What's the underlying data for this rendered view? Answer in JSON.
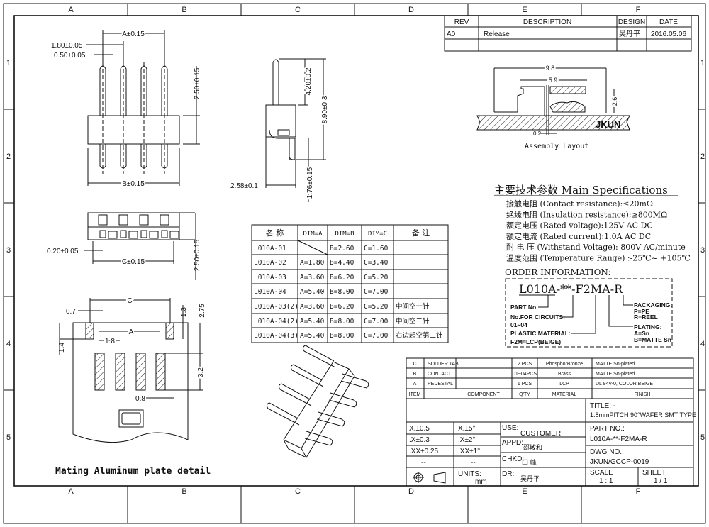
{
  "grid": {
    "cols": [
      "A",
      "B",
      "C",
      "D",
      "E",
      "F"
    ],
    "rows": [
      "1",
      "2",
      "3",
      "4",
      "5"
    ]
  },
  "revision_table": {
    "headers": [
      "REV",
      "DESCRIPTION",
      "DESIGN",
      "DATE"
    ],
    "rows": [
      [
        "A0",
        "Release",
        "吴丹平",
        "2016.05.06"
      ]
    ]
  },
  "front_view": {
    "dim_a": "A±0.15",
    "dim_pitch": "1.80±0.05",
    "dim_pin": "0.50±0.05",
    "dim_height": "2.50±0.15",
    "dim_b": "B±0.15"
  },
  "side_view": {
    "dim_top": "4.20±0.2",
    "dim_total": "8.90±0.3",
    "dim_bottom": "1.76±0.15",
    "dim_depth": "2.58±0.1"
  },
  "bottom_view": {
    "dim_tab": "0.20±0.05",
    "dim_c": "C±0.15",
    "dim_height": "2.50±0.15"
  },
  "plate_detail": {
    "title": "Mating Aluminum plate detail",
    "dims": {
      "c": "C",
      "w07": "0.7",
      "h13": "1.3",
      "h275": "2.75",
      "h14": "1.4",
      "a": "A",
      "p18": "1.8",
      "h32": "3.2",
      "w08": "0.8"
    }
  },
  "assembly": {
    "title": "Assembly Layout",
    "dim_98": "9.8",
    "dim_59": "5.9",
    "dim_26": "2.6",
    "dim_02": "0.2",
    "brand": "JKUN"
  },
  "dimension_table": {
    "headers": [
      "名 称",
      "DIM=A",
      "DIM=B",
      "DIM=C",
      "备 注"
    ],
    "rows": [
      [
        "L010A-01",
        "",
        "B=2.60",
        "C=1.60",
        ""
      ],
      [
        "L010A-02",
        "A=1.80",
        "B=4.40",
        "C=3.40",
        ""
      ],
      [
        "L010A-03",
        "A=3.60",
        "B=6.20",
        "C=5.20",
        ""
      ],
      [
        "L010A-04",
        "A=5.40",
        "B=8.00",
        "C=7.00",
        ""
      ],
      [
        "L010A-03(2)",
        "A=3.60",
        "B=6.20",
        "C=5.20",
        "中间空一针"
      ],
      [
        "L010A-04(2)",
        "A=5.40",
        "B=8.00",
        "C=7.00",
        "中间空二针"
      ],
      [
        "L010A-04(3)",
        "A=5.40",
        "B=8.00",
        "C=7.00",
        "右边起空第二针"
      ]
    ]
  },
  "specs": {
    "title": "主要技术参数 Main Specifications",
    "items": [
      "接触电阻 (Contact resistance):≤20mΩ",
      "绝缘电阻 (Insulation resistance):≥800MΩ",
      "额定电压 (Rated voltage):125V AC DC",
      "额定电流 (Rated current):1.0A AC DC",
      "耐 电 压 (Withstand Voltage): 800V AC/minute",
      "温度范围 (Temperature Range) :-25℃~ +105℃"
    ]
  },
  "order_info": {
    "title": "ORDER INFORMATION:",
    "code_parts": [
      "L010A",
      "-",
      "**",
      "-",
      "F2M",
      "A",
      "-",
      "R"
    ],
    "part_no": "PART No.",
    "circuits": "No.FOR CIRCUITS:",
    "circuits_val": "01~04",
    "plastic": "PLASTIC MATERIAL:",
    "plastic_val": "F2M=LCP(BEIGE)",
    "packaging": "PACKAGING:",
    "packaging_p": "P=PE",
    "packaging_r": "R=REEL",
    "plating": "PLATING:",
    "plating_a": "A=Sn",
    "plating_b": "B=MATTE Sn"
  },
  "bom": {
    "headers": [
      "ITEM",
      "COMPONENT",
      "Q'TY",
      "MATERIAL",
      "FINISH"
    ],
    "rows": [
      [
        "C",
        "SOLDER TAB",
        "2 PCS",
        "PhosphorBronze",
        "MATTE Sn-plated"
      ],
      [
        "B",
        "CONTACT",
        "01~04PCS",
        "Brass",
        "MATTE Sn-plated"
      ],
      [
        "A",
        "PEDESTAL",
        "1 PCS",
        "LCP",
        "UL 94V-0, COLOR:BEIGE"
      ]
    ]
  },
  "title_block": {
    "title_label": "TITLE: -",
    "title_value": "1.8mmPITCH 90°WAFER SMT TYPE",
    "tolerances": [
      [
        "X.±0.5",
        "X.±5°"
      ],
      [
        ".X±0.3",
        ".X±2°"
      ],
      [
        ".XX±0.25",
        ".XX±1°"
      ],
      [
        "--",
        "--"
      ]
    ],
    "units_label": "UNITS:",
    "units_value": "mm",
    "use_label": "USE:",
    "use_value": "CUSTOMER",
    "appd_label": "APPD:",
    "appd_value": "邵敬和",
    "chkd_label": "CHKD:",
    "chkd_value": "田 峰",
    "dr_label": "DR:",
    "dr_value": "吴丹平",
    "part_no_label": "PART NO.:",
    "part_no_value": "L010A-**-F2MA-R",
    "dwg_no_label": "DWG NO.:",
    "dwg_no_value": "JKUN/GCCP-0019",
    "scale_label": "SCALE",
    "scale_value": "1 : 1",
    "sheet_label": "SHEET",
    "sheet_value": "1 / 1"
  }
}
